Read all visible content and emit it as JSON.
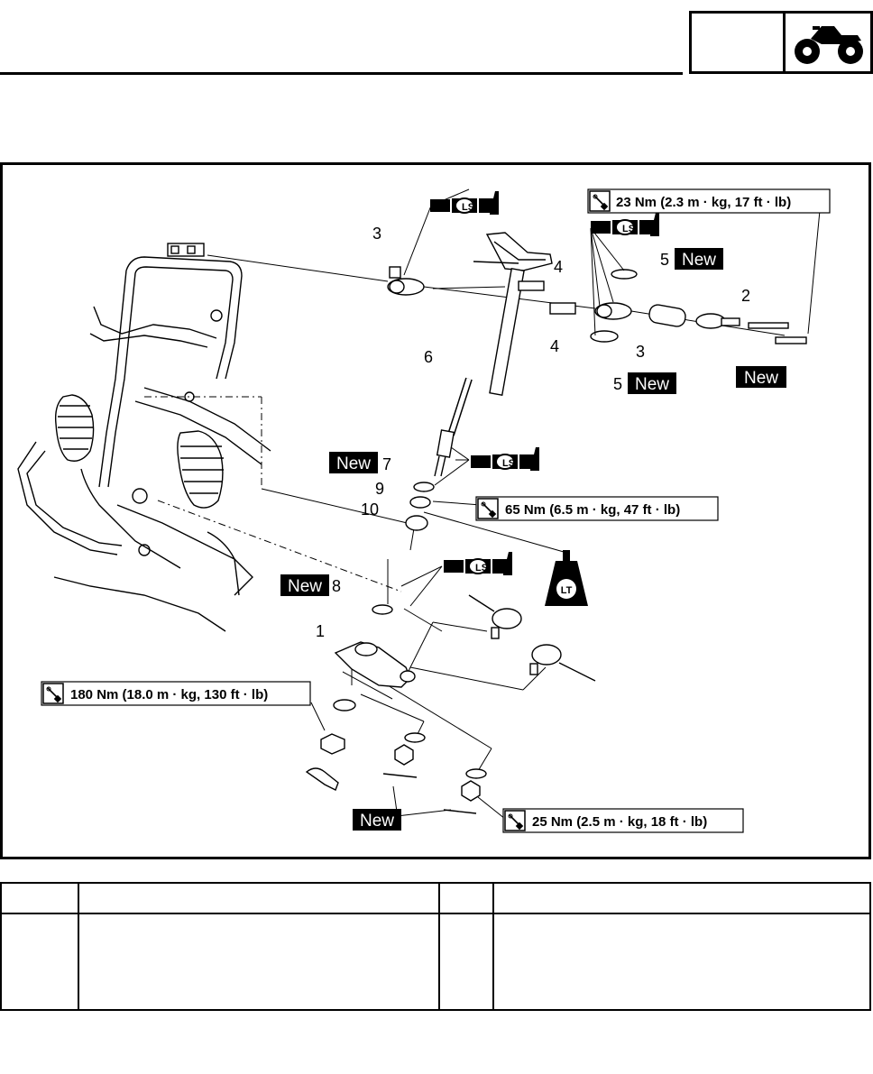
{
  "callouts": {
    "p1": "1",
    "p2": "2",
    "p3a": "3",
    "p3b": "3",
    "p4a": "4",
    "p4b": "4",
    "p5a": "5",
    "p5b": "5",
    "p6": "6",
    "p7": "7",
    "p8": "8",
    "p9": "9",
    "p10": "10"
  },
  "badges": {
    "new": "New"
  },
  "lubricant": {
    "ls": "LS",
    "lt": "LT"
  },
  "torques": {
    "t1": "23 Nm (2.3 m · kg, 17 ft · lb)",
    "t2": "65 Nm (6.5 m · kg, 47 ft · lb)",
    "t3": "180 Nm (18.0 m · kg, 130 ft · lb)",
    "t4": "25 Nm (2.5 m · kg, 18 ft · lb)"
  },
  "icons": {
    "header": "atv-icon",
    "torque": "torque-wrench-icon",
    "grease": "grease-gun-icon",
    "lock": "locktite-icon"
  }
}
